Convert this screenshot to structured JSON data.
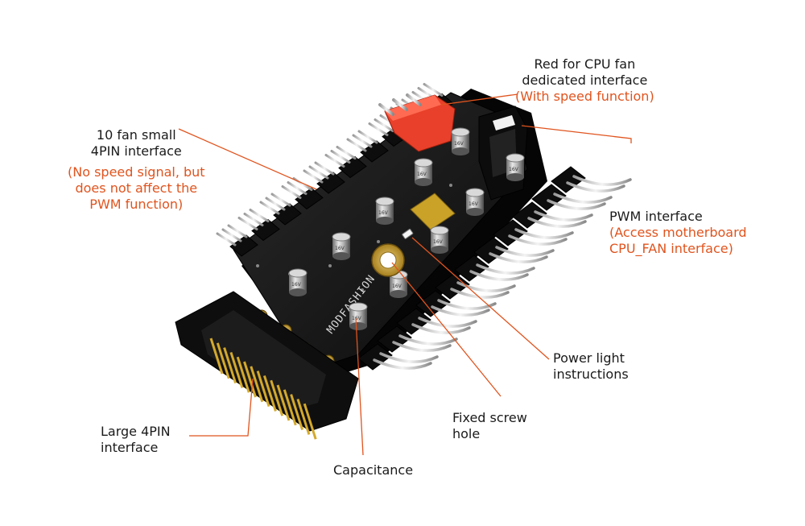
{
  "colors": {
    "leader": "#e0541e",
    "note": "#e0541e",
    "text": "#1a1a1a",
    "pcb": "#121212",
    "connector_red": "#e8402a",
    "gold": "#c9a227"
  },
  "labels": {
    "cpu_fan": {
      "line1": "Red for CPU fan",
      "line2": "dedicated interface",
      "note": "(With speed function)"
    },
    "small_4pin": {
      "line1": "10 fan small",
      "line2": "4PIN interface",
      "note1": "(No speed signal, but",
      "note2": "does not affect the",
      "note3": "PWM function)"
    },
    "pwm": {
      "line1": "PWM interface",
      "note1": "(Access motherboard",
      "note2": "CPU_FAN interface)"
    },
    "power_light": {
      "line1": "Power light",
      "line2": "instructions"
    },
    "screw_hole": {
      "line1": "Fixed screw",
      "line2": "hole"
    },
    "large_4pin": {
      "line1": "Large 4PIN",
      "line2": "interface"
    },
    "capacitance": {
      "line1": "Capacitance"
    }
  },
  "board": {
    "silkscreen": "MODFASHION",
    "capacitor_text": "16V"
  }
}
